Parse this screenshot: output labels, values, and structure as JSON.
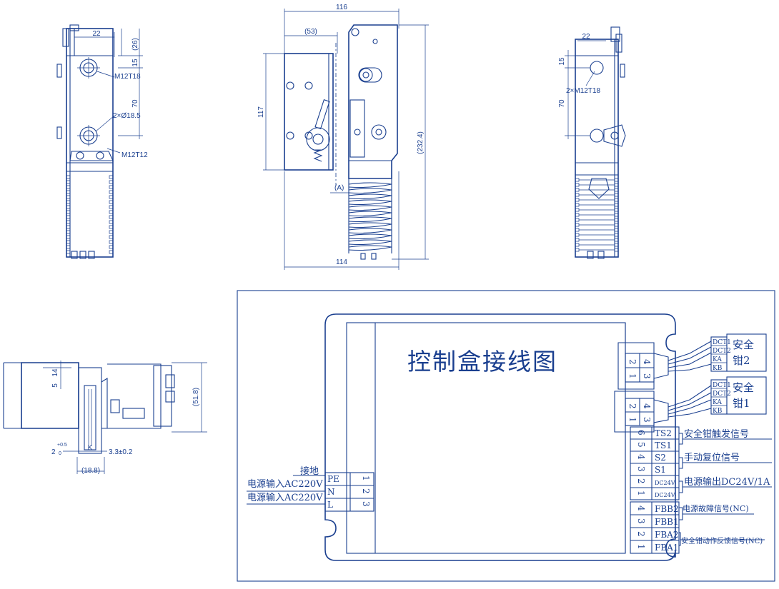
{
  "front_view": {
    "dims": [
      "22",
      "(26)",
      "15",
      "70",
      "M12T18",
      "2×Ø18.5",
      "M12T12"
    ]
  },
  "side_view": {
    "dims": [
      "116",
      "(53)",
      "117",
      "(232.4)",
      "(A)",
      "114"
    ]
  },
  "rear_view": {
    "dims": [
      "22",
      "15",
      "2×M12T18",
      "70"
    ]
  },
  "bottom_view": {
    "dims": [
      "14",
      "5",
      "(51.8)",
      "2",
      "+0.5",
      "0",
      "K",
      "3.3±0.2",
      "(18.8)"
    ]
  },
  "wiring": {
    "title": "控制盒接线图",
    "safety_gear_2": {
      "line1": "安全",
      "line2": "钳2",
      "pins": [
        "DCT1",
        "DCT2",
        "KA",
        "KB"
      ],
      "terminals": [
        "2",
        "1",
        "4",
        "3"
      ]
    },
    "safety_gear_1": {
      "line1": "安全",
      "line2": "钳1",
      "pins": [
        "DCT1",
        "DCT2",
        "KA",
        "KB"
      ],
      "terminals": [
        "2",
        "1",
        "4",
        "3"
      ]
    },
    "right_terminals": [
      {
        "num": "6",
        "label": "TS2"
      },
      {
        "num": "5",
        "label": "TS1"
      },
      {
        "num": "4",
        "label": "S2"
      },
      {
        "num": "3",
        "label": "S1"
      },
      {
        "num": "2",
        "label": "DC24V-"
      },
      {
        "num": "1",
        "label": "DC24V-"
      }
    ],
    "fb_terminals": [
      {
        "num": "4",
        "label": "FBB2"
      },
      {
        "num": "3",
        "label": "FBB1"
      },
      {
        "num": "2",
        "label": "FBA2"
      },
      {
        "num": "1",
        "label": "FBA1"
      }
    ],
    "signals": {
      "trigger": "安全钳触发信号",
      "manual_reset": "手动复位信号",
      "power_output": "电源输出DC24V/1A",
      "power_fault": "电源故障信号(NC)",
      "action_feedback": "安全钳动作反馈信号(NC)"
    },
    "left_terminals": [
      {
        "num": "1",
        "label": "PE"
      },
      {
        "num": "2",
        "label": "N"
      },
      {
        "num": "3",
        "label": "L"
      }
    ],
    "left_labels": {
      "ground": "接地",
      "power_in_n": "电源输入AC220V",
      "power_in_l": "电源输入AC220V"
    }
  }
}
